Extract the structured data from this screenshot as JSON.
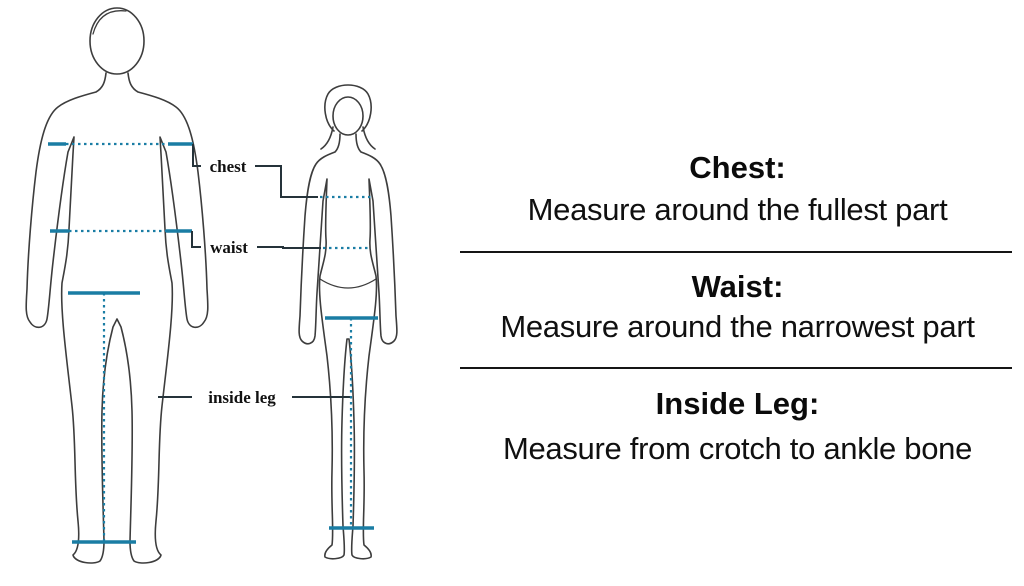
{
  "colors": {
    "accent": "#1a7da4",
    "outline": "#3d3d3d",
    "bracket": "#25333a",
    "text": "#111111"
  },
  "figure_labels": {
    "chest": "chest",
    "waist": "waist",
    "inside_leg": "inside leg"
  },
  "instructions": [
    {
      "title": "Chest:",
      "description": "Measure around the fullest part"
    },
    {
      "title": "Waist:",
      "description": "Measure around the narrowest part"
    },
    {
      "title": "Inside Leg:",
      "description": "Measure from crotch to ankle bone"
    }
  ]
}
